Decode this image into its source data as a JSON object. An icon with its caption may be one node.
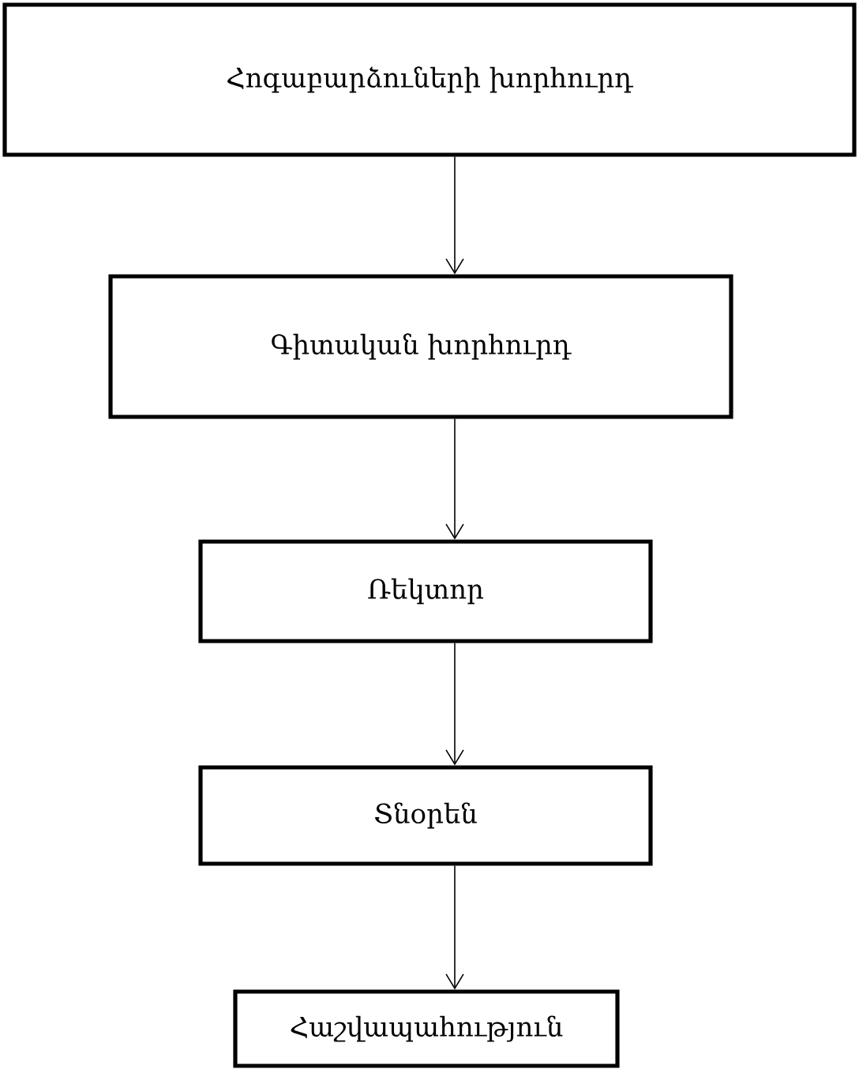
{
  "diagram": {
    "nodes": [
      {
        "text": [
          "Հոգաբարձուների խորհուրդ"
        ]
      },
      {
        "text": [
          "Գիտական խորհուրդ"
        ]
      },
      {
        "text": [
          "Ռեկտոր"
        ]
      },
      {
        "text": [
          "Տնօրեն"
        ]
      },
      {
        "text": [
          "Հաշվապահություն"
        ]
      }
    ],
    "edges": [
      {
        "from": 0,
        "to": 1,
        "arrow": "to"
      },
      {
        "from": 1,
        "to": 2,
        "arrow": "to"
      },
      {
        "from": 2,
        "to": 3,
        "arrow": "to"
      },
      {
        "from": 3,
        "to": 4,
        "arrow": "to"
      }
    ]
  }
}
